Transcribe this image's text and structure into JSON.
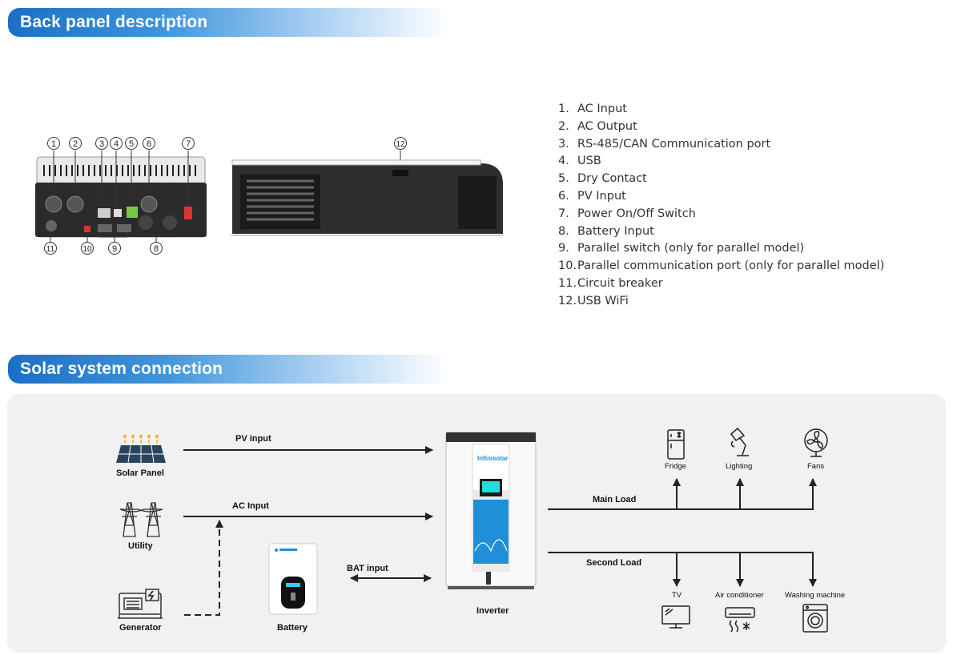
{
  "sections": {
    "back_panel_title": "Back panel description",
    "solar_title": "Solar system connection"
  },
  "callouts": [
    "1",
    "2",
    "3",
    "4",
    "5",
    "6",
    "7",
    "8",
    "9",
    "10",
    "11",
    "12"
  ],
  "descriptions": [
    {
      "num": "1.",
      "text": "AC Input"
    },
    {
      "num": "2.",
      "text": "AC Output"
    },
    {
      "num": "3.",
      "text": "RS-485/CAN Communication port"
    },
    {
      "num": "4.",
      "text": "USB"
    },
    {
      "num": "5.",
      "text": "Dry Contact"
    },
    {
      "num": "6.",
      "text": "PV Input"
    },
    {
      "num": "7.",
      "text": "Power On/Off Switch"
    },
    {
      "num": "8.",
      "text": "Battery Input"
    },
    {
      "num": "9.",
      "text": "Parallel switch (only for parallel model)"
    },
    {
      "num": "10.",
      "text": "Parallel communication port (only for parallel model)"
    },
    {
      "num": "11.",
      "text": "Circuit breaker"
    },
    {
      "num": "12.",
      "text": "USB WiFi"
    }
  ],
  "diagram": {
    "sources": {
      "solar_panel": "Solar Panel",
      "utility": "Utility",
      "generator": "Generator",
      "battery": "Battery"
    },
    "inputs": {
      "pv": "PV input",
      "ac": "AC Input",
      "bat": "BAT input"
    },
    "inverter": {
      "label": "Inverter",
      "brand": "Infinisolar"
    },
    "loads": {
      "main": "Main Load",
      "second": "Second Load"
    },
    "appliances": {
      "fridge": "Fridge",
      "lighting": "Lighting",
      "fans": "Fans",
      "tv": "TV",
      "air_conditioner": "Air conditioner",
      "washing_machine": "Washing machine"
    }
  },
  "colors": {
    "accent": "#1a6fc6",
    "inverter_blue": "#1e8fd8",
    "line": "#222222",
    "panel_bg": "#f1f1f1"
  }
}
